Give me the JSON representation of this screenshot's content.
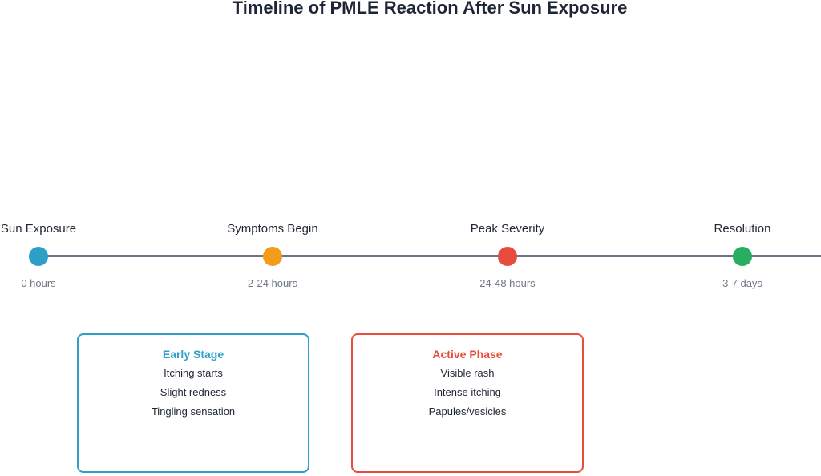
{
  "title": "Timeline of PMLE Reaction After Sun Exposure",
  "milestones": [
    {
      "label": "Sun Exposure",
      "time": "0 hours",
      "color": "#2e9fc7"
    },
    {
      "label": "Symptoms Begin",
      "time": "2-24 hours",
      "color": "#f39c1b"
    },
    {
      "label": "Peak Severity",
      "time": "24-48 hours",
      "color": "#e74c3c"
    },
    {
      "label": "Resolution",
      "time": "3-7 days",
      "color": "#27ae60"
    }
  ],
  "cards": [
    {
      "title": "Early Stage",
      "color": "#2e9fc7",
      "items": [
        "Itching starts",
        "Slight redness",
        "Tingling sensation"
      ]
    },
    {
      "title": "Active Phase",
      "color": "#e74c3c",
      "items": [
        "Visible rash",
        "Intense itching",
        "Papules/vesicles"
      ]
    }
  ]
}
